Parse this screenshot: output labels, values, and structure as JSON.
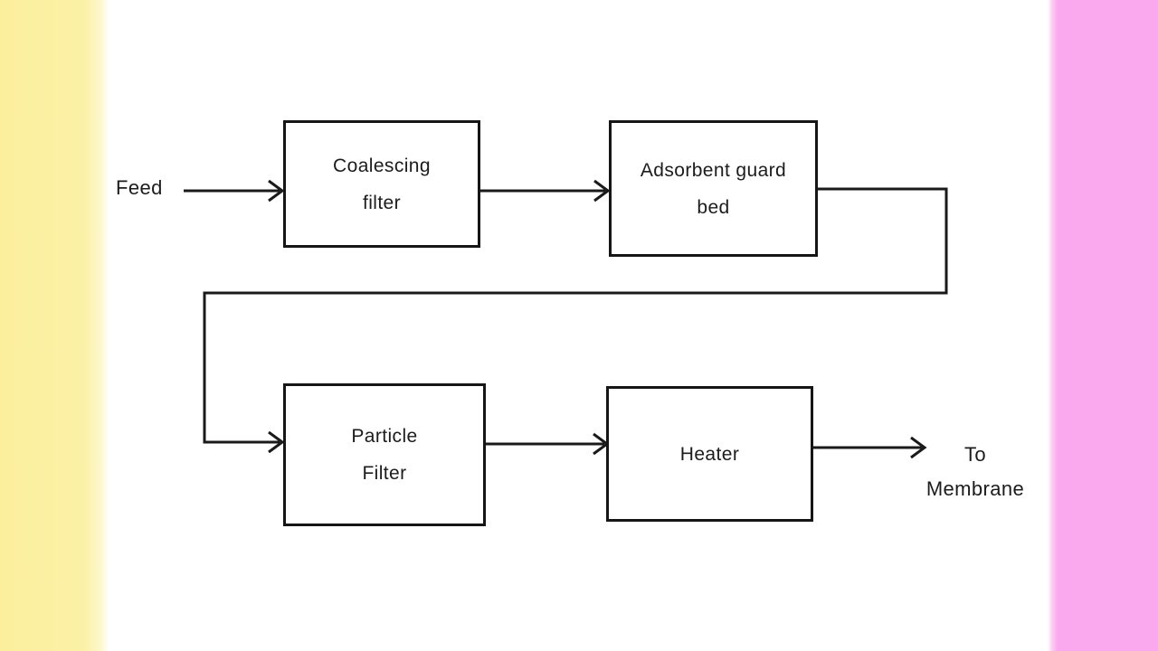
{
  "diagram": {
    "type": "process-flow",
    "source_label": {
      "text": "Feed"
    },
    "sink_label": {
      "lines": [
        "To",
        "Membrane"
      ]
    },
    "nodes": [
      {
        "id": "coalescing-filter",
        "lines": [
          "Coalescing",
          "filter"
        ]
      },
      {
        "id": "adsorbent-guard-bed",
        "lines": [
          "Adsorbent guard",
          "bed"
        ]
      },
      {
        "id": "particle-filter",
        "lines": [
          "Particle",
          "Filter"
        ]
      },
      {
        "id": "heater",
        "lines": [
          "Heater"
        ]
      }
    ],
    "edges": [
      {
        "from": "Feed",
        "to": "Coalescing filter"
      },
      {
        "from": "Coalescing filter",
        "to": "Adsorbent guard bed"
      },
      {
        "from": "Adsorbent guard bed",
        "to": "Particle Filter"
      },
      {
        "from": "Particle Filter",
        "to": "Heater"
      },
      {
        "from": "Heater",
        "to": "To Membrane"
      }
    ],
    "colors": {
      "left_band": "#FBF1A4",
      "right_band": "#FBA9EE",
      "line": "#1A1A1A",
      "background": "#FFFFFF",
      "text": "#1C1C1C"
    }
  }
}
